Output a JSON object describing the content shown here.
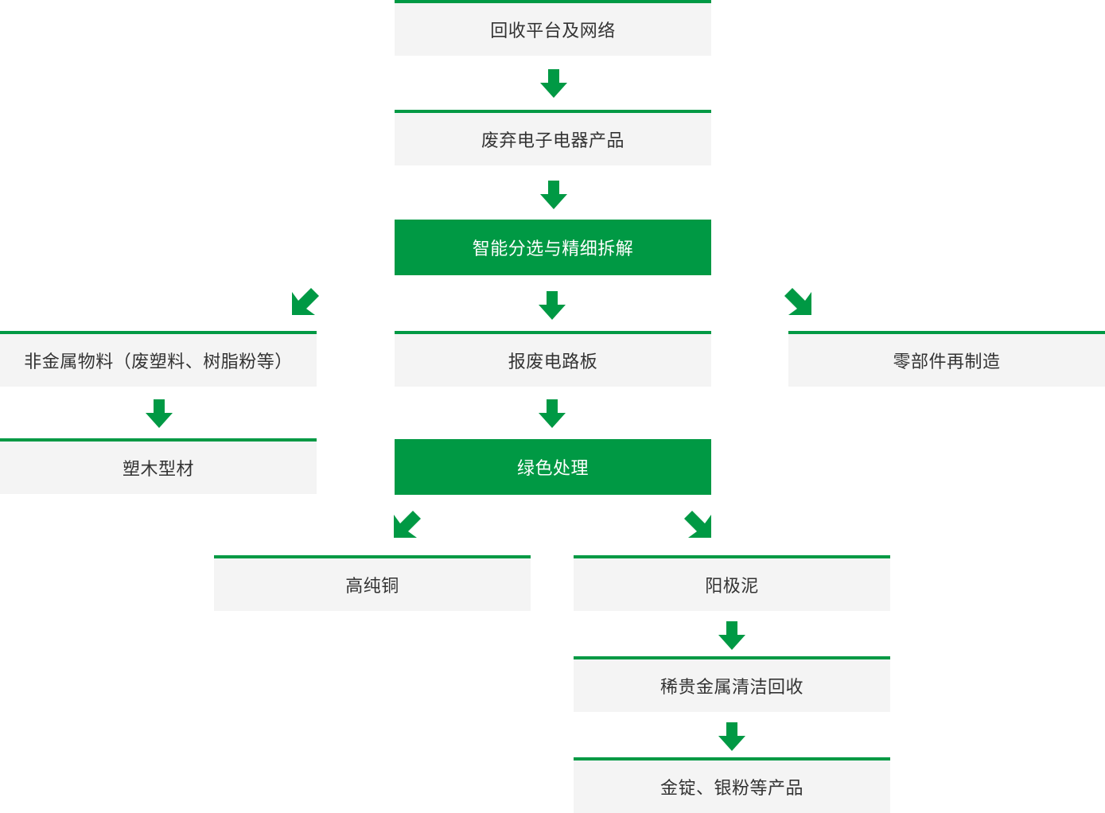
{
  "colors": {
    "accent": "#009944",
    "box_bg": "#f4f4f4",
    "text": "#333333",
    "text_on_accent": "#ffffff"
  },
  "nodes": {
    "recycle_platform": "回收平台及网络",
    "waste_electronics": "废弃电子电器产品",
    "smart_sorting": "智能分选与精细拆解",
    "non_metal": "非金属物料（废塑料、树脂粉等）",
    "scrap_pcb": "报废电路板",
    "parts_remanufacture": "零部件再制造",
    "wood_plastic": "塑木型材",
    "green_treatment": "绿色处理",
    "high_purity_copper": "高纯铜",
    "anode_slime": "阳极泥",
    "precious_metal_recovery": "稀贵金属清洁回收",
    "gold_silver_products": "金锭、银粉等产品"
  },
  "icons": {
    "down": "arrow-down-icon",
    "diag_left": "arrow-down-left-icon",
    "diag_right": "arrow-down-right-icon"
  }
}
